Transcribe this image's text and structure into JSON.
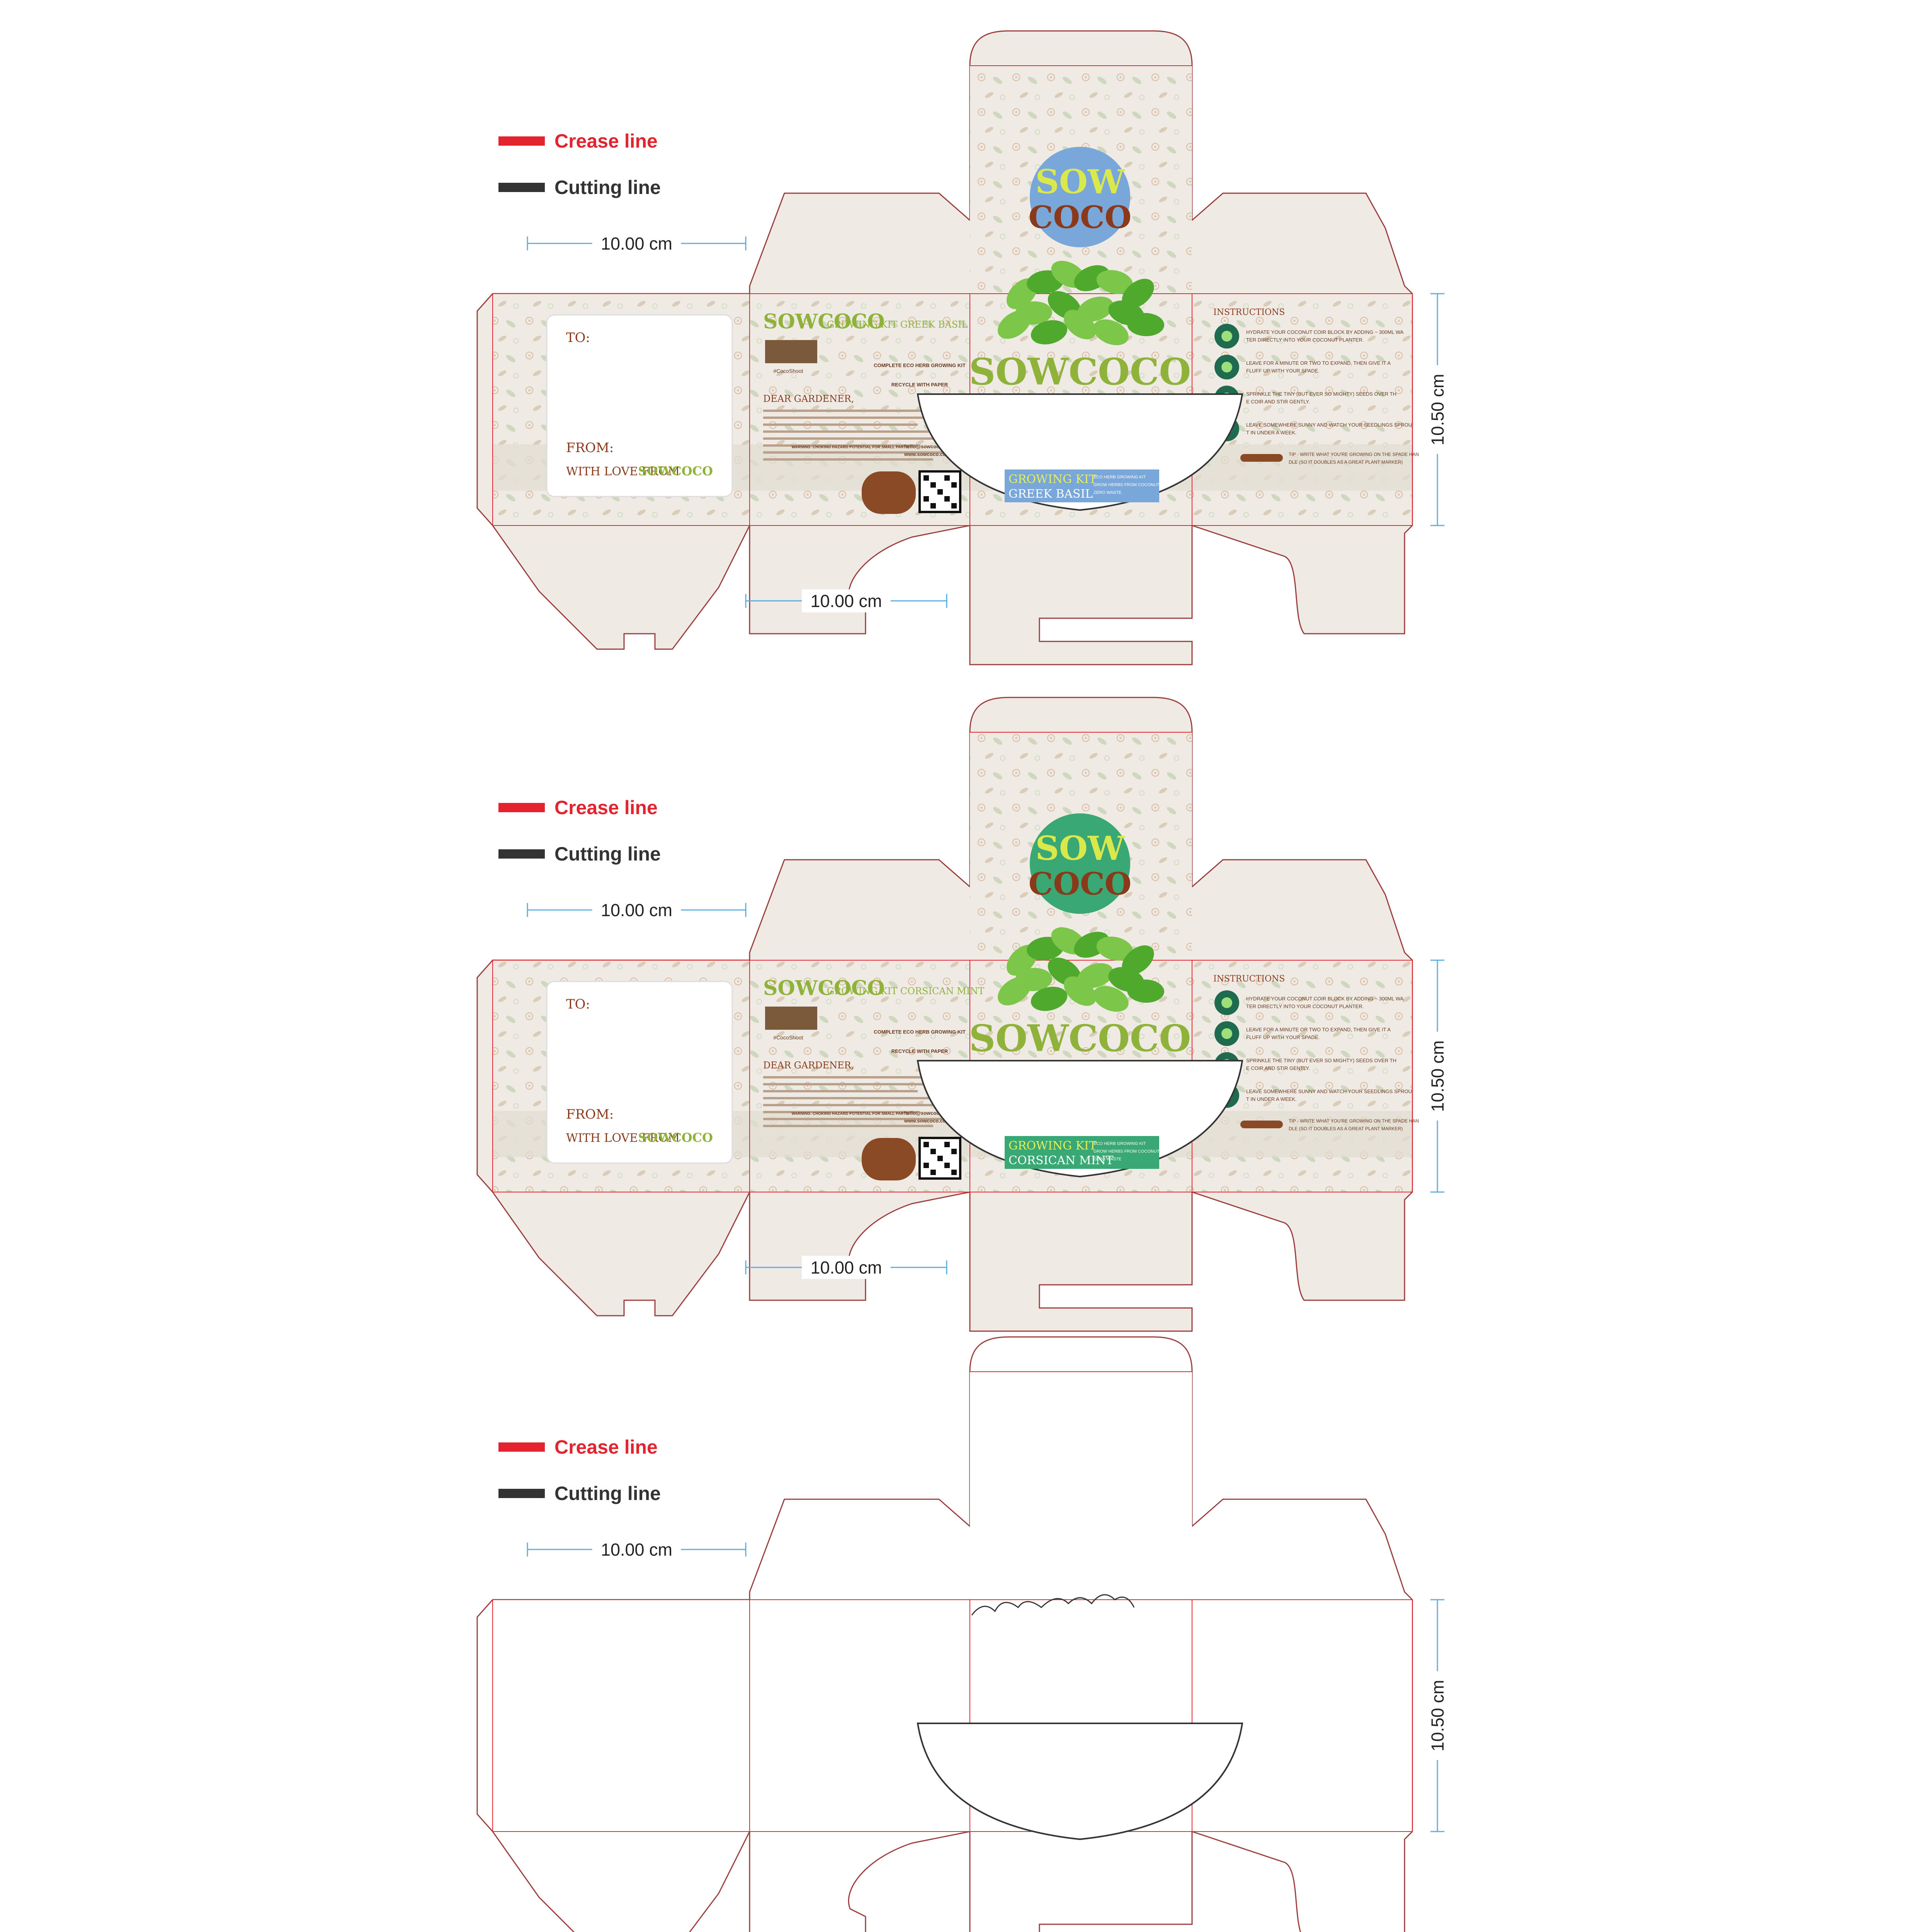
{
  "legend": {
    "crease_label": "Crease line",
    "cutting_label": "Cutting line",
    "crease_color": "#e4232f",
    "cutting_color": "#333333"
  },
  "dimensions": {
    "width_label": "10.00 cm",
    "height_label": "10.50 cm"
  },
  "colors": {
    "panel_bg": "#efebe4",
    "cut_stroke": "#9b3b3b",
    "dim_stroke": "#5aaee0",
    "leaf_green": "#5bb332",
    "brown": "#8a3a1a",
    "basil_badge": "#7aa7d9",
    "mint_badge": "#3aa874"
  },
  "gift_card": {
    "to_label": "TO:",
    "from_label": "FROM:",
    "signoff": "WITH LOVE FROM",
    "brand": "SOWCOCO"
  },
  "brand": {
    "logo_line1": "SOW",
    "logo_line2": "COCO",
    "wordmark": "SOWCOCO"
  },
  "instructions": {
    "title": "INSTRUCTIONS",
    "steps": [
      "HYDRATE YOUR COCONUT COIR BLOCK BY ADDING ~ 300ML WATER DIRECTLY INTO YOUR COCONUT PLANTER.",
      "LEAVE FOR A MINUTE OR TWO TO EXPAND, THEN GIVE IT A FLUFF UP WITH YOUR SPADE.",
      "SPRINKLE THE TINY (BUT EVER SO MIGHTY) SEEDS OVER THE COIR AND STIR GENTLY.",
      "LEAVE SOMEWHERE SUNNY AND WATCH YOUR SEEDLINGS SPROUT IN UNDER A WEEK."
    ],
    "tip": "TIP - WRITE WHAT YOU'RE GROWING ON THE SPADE HANDLE (SO IT DOUBLES AS A GREAT PLANT MARKER)"
  },
  "kits": [
    {
      "name": "GREEK BASIL",
      "header": "GROWING KIT GREEK BASIL",
      "badge_title": "GROWING KIT",
      "badge_sub": "GREEK BASIL",
      "badge_color": "#7aa7d9",
      "logo_circle": "#7aa7d9"
    },
    {
      "name": "CORSICAN MINT",
      "header": "GROWING KIT CORSICAN MINT",
      "badge_title": "GROWING KIT",
      "badge_sub": "CORSICAN MINT",
      "badge_color": "#3aa874",
      "logo_circle": "#3aa874"
    }
  ],
  "back_panel": {
    "dear": "DEAR GARDENER,",
    "complete": "COMPLETE ECO HERB GROWING KIT",
    "recycle": "RECYCLE WITH PAPER",
    "email": "hello@sowcoco.com",
    "web": "www.sowcoco.com",
    "warning": "WARNING: CHOKING HAZARD POTENTIAL FOR SMALL PARTS",
    "hashtag": "#CocoShoot"
  },
  "badge_features": [
    "ECO HERB GROWING KIT",
    "GROW HERBS FROM COCONUTS",
    "ZERO WASTE"
  ]
}
